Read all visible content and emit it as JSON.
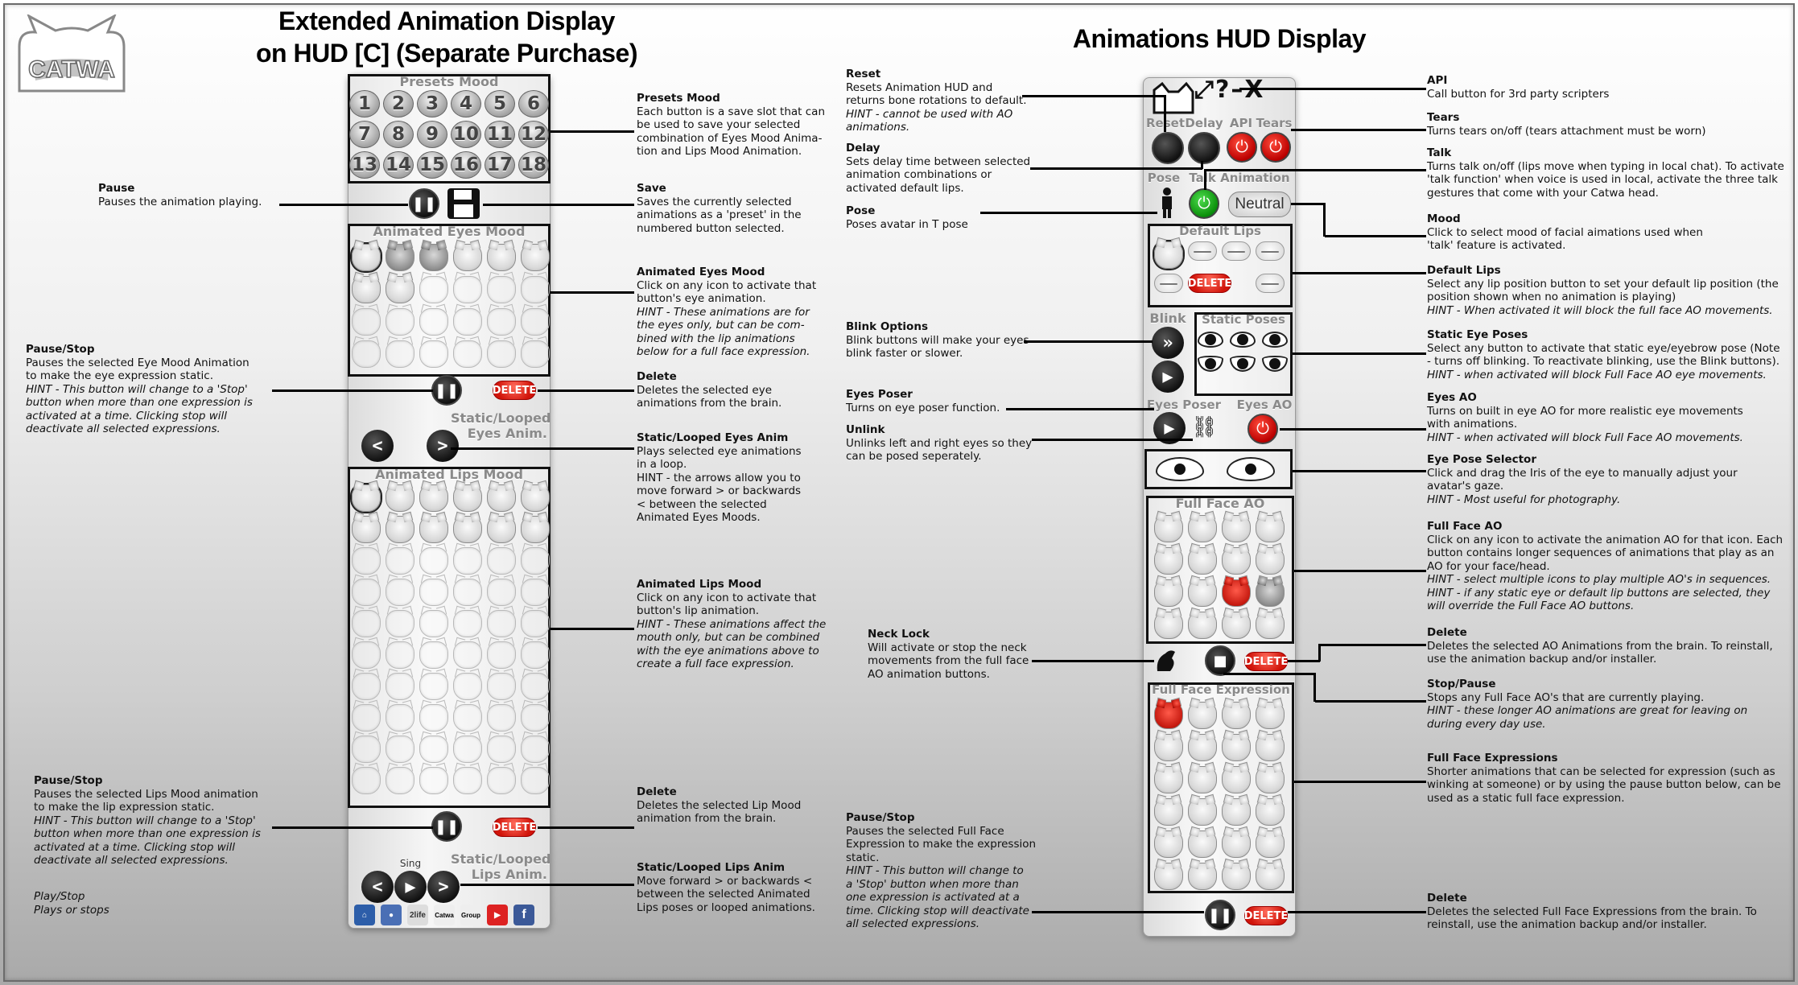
{
  "left_title_line1": "Extended Animation Display",
  "left_title_line2": "on HUD [C] (Separate Purchase)",
  "right_title": "Animations HUD Display",
  "logo_text": "CATWA",
  "left_hud": {
    "presets_label": "Presets Mood",
    "preset_numbers": [
      "1",
      "2",
      "3",
      "4",
      "5",
      "6",
      "7",
      "8",
      "9",
      "10",
      "11",
      "12",
      "13",
      "14",
      "15",
      "16",
      "17",
      "18"
    ],
    "eyes_label": "Animated Eyes Mood",
    "static_label_line1": "Static/Looped",
    "static_label_line2": "Eyes Anim.",
    "lips_label": "Animated Lips Mood",
    "lips_static_line1": "Static/Looped",
    "lips_static_line2": "Lips Anim.",
    "sing_label": "Sing",
    "delete_label": "DELETE",
    "footer_icons": [
      "2life",
      "Catwa",
      "Group"
    ]
  },
  "right_hud": {
    "reset_label": "Reset",
    "delay_label": "Delay",
    "api_label": "API",
    "tears_label": "Tears",
    "pose_label": "Pose",
    "talk_label": "Talk Animation",
    "neutral_label": "Neutral",
    "default_lips_label": "Default Lips",
    "blink_label": "Blink",
    "static_poses_label": "Static Poses",
    "eyes_poser_label": "Eyes Poser",
    "eyes_ao_label": "Eyes AO",
    "full_face_ao_label": "Full Face AO",
    "full_face_expr_label": "Full Face Expression",
    "delete_label": "DELETE"
  },
  "left_annotations": [
    {
      "title": "Pause",
      "desc": "Pauses the animation playing.",
      "hint": ""
    },
    {
      "title": "Pause/Stop",
      "desc": "Pauses the selected Eye Mood Animation\nto make the eye expression static.",
      "hint": "HINT - This button will change to a 'Stop'\nbutton when more than one expression is\nactivated at a time. Clicking stop will\ndeactivate all selected expressions."
    },
    {
      "title": "Pause/Stop",
      "desc": "Pauses the selected Lips Mood animation\nto make the lip expression static.",
      "hint": "HINT - This button will change to a 'Stop'\nbutton when more than one expression is\nactivated at a time. Clicking stop will\ndeactivate all selected expressions."
    },
    {
      "title": "",
      "desc": "",
      "hint": "Play/Stop\nPlays or stops"
    }
  ],
  "mid_annotations": [
    {
      "title": "Presets Mood",
      "desc": "Each button is a save slot that can\nbe used to save your selected\ncombination of Eyes Mood Anima-\ntion and Lips Mood Animation.",
      "hint": ""
    },
    {
      "title": "Save",
      "desc": "Saves the currently selected\nanimations as a 'preset' in the\nnumbered button selected.",
      "hint": ""
    },
    {
      "title": "Animated Eyes Mood",
      "desc": "Click on any icon to activate that\nbutton's eye animation.",
      "hint": "HINT - These animations are for\nthe eyes only, but can be com-\nbined with the lip animations\nbelow for a full face expression."
    },
    {
      "title": "Delete",
      "desc": "Deletes the selected eye\nanimations from the brain.",
      "hint": ""
    },
    {
      "title": "Static/Looped Eyes Anim",
      "desc": "Plays selected eye animations\nin a loop.\nHINT - the arrows allow you to\nmove forward > or backwards\n< between the selected\nAnimated Eyes Moods.",
      "hint": ""
    },
    {
      "title": "Animated Lips Mood",
      "desc": "Click on any icon to activate that\nbutton's lip animation.",
      "hint": "HINT - These animations affect the\nmouth only, but can be combined\nwith the eye animations above to\ncreate a full face expression."
    },
    {
      "title": "Delete",
      "desc": "Deletes the selected Lip Mood\nanimation from the brain.",
      "hint": ""
    },
    {
      "title": "Static/Looped Lips Anim",
      "desc": "Move forward > or backwards <\nbetween the selected Animated\nLips poses or looped animations.",
      "hint": ""
    }
  ],
  "center_annotations": [
    {
      "title": "Reset",
      "desc": "Resets Animation HUD and\nreturns bone rotations to default.",
      "hint": "HINT - cannot be used with AO\nanimations."
    },
    {
      "title": "Delay",
      "desc": "Sets delay time between selected\nanimation combinations or\nactivated default lips.",
      "hint": ""
    },
    {
      "title": "Pose",
      "desc": "Poses avatar in T pose",
      "hint": ""
    },
    {
      "title": "Blink Options",
      "desc": "Blink buttons will make your eyes\nblink faster or slower.",
      "hint": ""
    },
    {
      "title": "Eyes Poser",
      "desc": "Turns on eye poser function.",
      "hint": ""
    },
    {
      "title": "Unlink",
      "desc": "Unlinks left and right eyes so they\ncan be posed seperately.",
      "hint": ""
    },
    {
      "title": "Neck Lock",
      "desc": "Will activate or stop the neck\nmovements from the full face\nAO animation buttons.",
      "hint": ""
    },
    {
      "title": "Pause/Stop",
      "desc": "Pauses the selected Full Face\nExpression to make the expression\nstatic.",
      "hint": "HINT - This button will change to\na 'Stop' button when more than\none expression is activated at a\ntime. Clicking stop will deactivate\nall selected expressions."
    }
  ],
  "right_annotations": [
    {
      "title": "API",
      "desc": "Call button for 3rd party scripters",
      "hint": ""
    },
    {
      "title": "Tears",
      "desc": "Turns tears on/off (tears attachment must be worn)",
      "hint": ""
    },
    {
      "title": "Talk",
      "desc": "Turns talk on/off (lips move when typing in local chat). To activate\n'talk function' when voice is used in local, activate the three talk\ngestures that come with your Catwa head.",
      "hint": ""
    },
    {
      "title": "Mood",
      "desc": "Click to select mood of facial aimations used when\n'talk' feature is activated.",
      "hint": ""
    },
    {
      "title": "Default Lips",
      "desc": "Select any lip position button to set your default lip position (the\nposition shown when no animation is playing)",
      "hint": "HINT - When activated it will block the full face AO movements."
    },
    {
      "title": "Static Eye Poses",
      "desc": "Select any button to activate that static eye/eyebrow pose (Note\n- turns off blinking. To reactivate blinking, use the Blink buttons).",
      "hint": "HINT - when activated will block Full Face AO eye movements."
    },
    {
      "title": "Eyes AO",
      "desc": "Turns on built in eye AO for more realistic eye movements\nwith animations.",
      "hint": "HINT - when activated will block Full Face AO movements."
    },
    {
      "title": "Eye Pose Selector",
      "desc": "Click and drag the Iris of the eye to manually adjust your\navatar's gaze.",
      "hint": "HINT - Most useful for photography."
    },
    {
      "title": "Full Face AO",
      "desc": "Click on any icon to activate the animation AO for that icon. Each\nbutton contains longer sequences of animations that play as an\nAO for your face/head.",
      "hint": "HINT - select multiple icons to play multiple AO's in sequences.\nHINT - if any static eye or default lip buttons are selected, they\nwill override the Full Face AO buttons."
    },
    {
      "title": "Delete",
      "desc": "Deletes the selected AO Animations from the brain. To reinstall,\nuse the animation backup and/or installer.",
      "hint": ""
    },
    {
      "title": "Stop/Pause",
      "desc": "Stops any Full Face AO's that are currently playing.",
      "hint": "HINT - these longer AO animations are great for leaving on\nduring every day use."
    },
    {
      "title": "Full Face Expressions",
      "desc": "Shorter animations that can be selected for expression (such as\nwinking at someone) or by using the pause button below, can be\nused as a static full face expression.",
      "hint": ""
    },
    {
      "title": "Delete",
      "desc": "Deletes the selected Full Face Expressions from the brain. To\nreinstall, use the animation backup and/or installer.",
      "hint": ""
    }
  ]
}
